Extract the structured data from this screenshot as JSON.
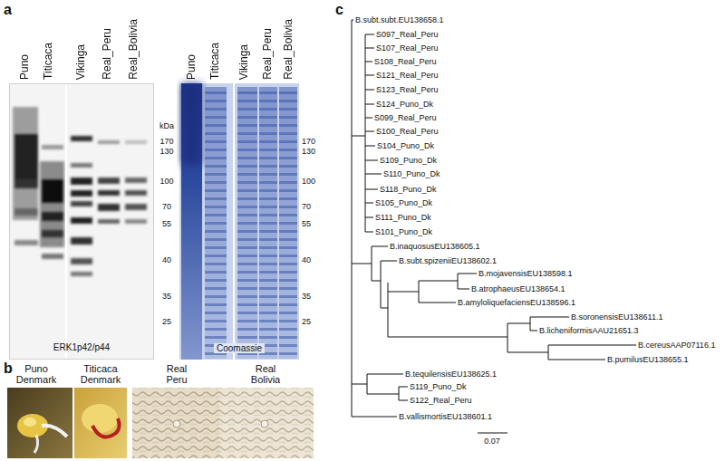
{
  "diagram": {
    "nodes": [
      {
        "text": [
          "ERK1p42/p44"
        ]
      },
      {
        "text": [
          "Coomassie"
        ]
      }
    ],
    "labels": [
      "a",
      "Puno",
      "Titicaca",
      "Vikinga",
      "Real_Peru",
      "Real_Bolivia",
      "Puno",
      "Titicaca",
      "Vikinga",
      "Real_Peru",
      "Real_Bolivia",
      "kDa",
      "170",
      "130",
      "100",
      "70",
      "55",
      "40",
      "35",
      "25",
      "170",
      "130",
      "100",
      "70",
      "55",
      "40",
      "35",
      "25",
      "b",
      "Puno Denmark",
      "Titicaca Denmark",
      "Real Peru",
      "Real Bolivia",
      "c",
      "B.subt.subt.EU138658.1",
      "S097_Real_Peru",
      "S107_Real_Peru",
      "S108_Real_Peru",
      "S121_Real_Peru",
      "S123_Real_Peru",
      "S124_Puno_Dk",
      "S099_Real_Peru",
      "S100_Real_Peru",
      "S104_Puno_Dk",
      "S109_Puno_Dk",
      "S110_Puno_Dk",
      "S118_Puno_Dk",
      "S105_Puno_Dk",
      "S111_Puno_Dk",
      "S101_Puno_Dk",
      "B.inaquosusEU138605.1",
      "B.subt.spizeniiEU138602.1",
      "B.mojavensisEU138598.1",
      "B.atrophaeusEU138654.1",
      "B.amyloliquefaciensEU138596.1",
      "B.soronensisEU138611.1",
      "B.licheniformisAAU21651.3",
      "B.cereusAAP07116.1",
      "B.pumilusEU138655.1",
      "B.tequilensisEU138625.1",
      "S119_Puno_Dk",
      "S122_Real_Peru",
      "B.vallismortisEU138601.1",
      "0.07"
    ]
  }
}
